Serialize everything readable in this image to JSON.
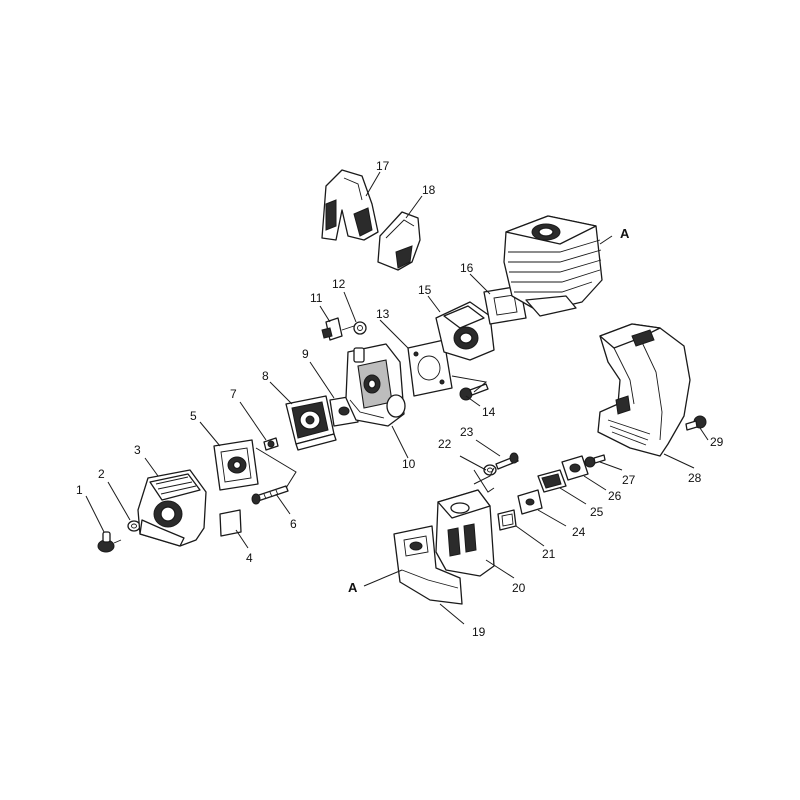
{
  "callouts": {
    "c1": "1",
    "c2": "2",
    "c3": "3",
    "c4": "4",
    "c5": "5",
    "c6": "6",
    "c7": "7",
    "c8": "8",
    "c9": "9",
    "c10": "10",
    "c11": "11",
    "c12": "12",
    "c13": "13",
    "c14": "14",
    "c15": "15",
    "c16": "16",
    "c17": "17",
    "c18": "18",
    "c19": "19",
    "c20": "20",
    "c21": "21",
    "c22": "22",
    "c23": "23",
    "c24": "24",
    "c25": "25",
    "c26": "26",
    "c27": "27",
    "c28": "28",
    "c29": "29"
  },
  "reference_marks": {
    "cylinder": "A",
    "bracket": "A"
  }
}
